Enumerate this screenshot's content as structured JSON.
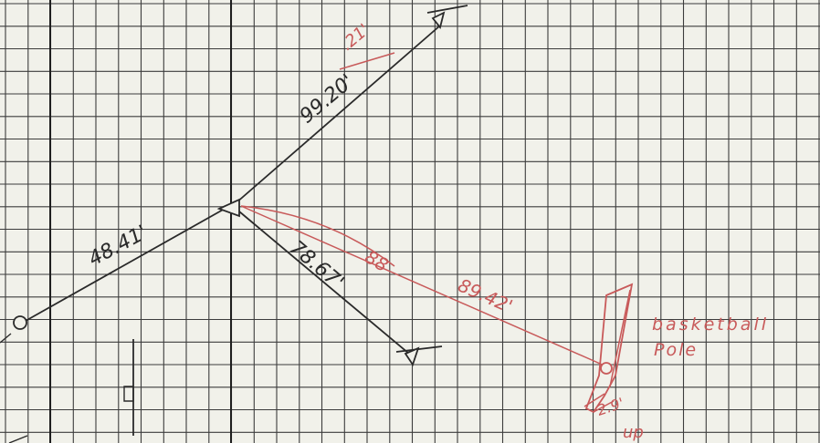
{
  "sheet": {
    "paper_color": "#f1f1ea",
    "grid_color": "#3c3c3c",
    "pencil_color": "#2a2a2a",
    "red_ink_color": "#c85a5a"
  },
  "measurements": {
    "southwest_line": "48.41'",
    "northeast_line": "99.20'",
    "northeast_correction": ".21'",
    "southeast_line": "78.67'",
    "red_line": "89.42'",
    "red_curve_label": "88",
    "pole_offset": "2.9'"
  },
  "annotations": {
    "pole_label_line1": "basketball",
    "pole_label_line2": "Pole",
    "bottom_note": "up"
  },
  "symbols": {
    "station_marker": "triangle-station",
    "circle_marker": "circle-point",
    "pole_marker": "circle-pole"
  }
}
